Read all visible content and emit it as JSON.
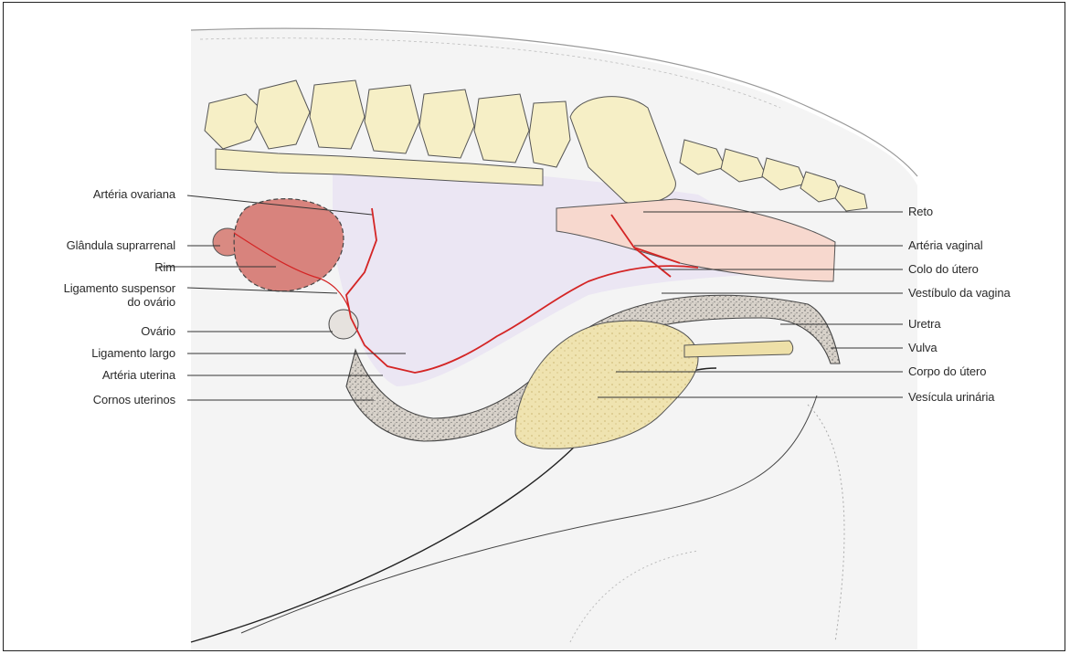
{
  "labels_left": {
    "arteria_ovariana": "Artéria ovariana",
    "glandula_suprarrenal": "Glândula suprarrenal",
    "rim": "Rim",
    "ligamento_suspensor_1": "Ligamento suspensor",
    "ligamento_suspensor_2": "do ovário",
    "ovario": "Ovário",
    "ligamento_largo": "Ligamento largo",
    "arteria_uterina": "Artéria uterina",
    "cornos_uterinos": "Cornos uterinos"
  },
  "labels_right": {
    "reto": "Reto",
    "arteria_vaginal": "Artéria vaginal",
    "colo_do_utero": "Colo do útero",
    "vestibulo_da_vagina": "Vestíbulo da vagina",
    "uretra": "Uretra",
    "vulva": "Vulva",
    "corpo_do_utero": "Corpo do útero",
    "vesicula_urinaria": "Vesícula urinária"
  },
  "colors": {
    "vertebrae": "#f5efc8",
    "kidney": "#d9857f",
    "artery": "#d42525",
    "peritoneum": "#ece8f4",
    "rectum": "#f6d6cc",
    "bladder": "#eee0a8",
    "uterus": "#cfc8c0",
    "body_fill": "#f2f2f2",
    "leader_lines": "#333333"
  }
}
